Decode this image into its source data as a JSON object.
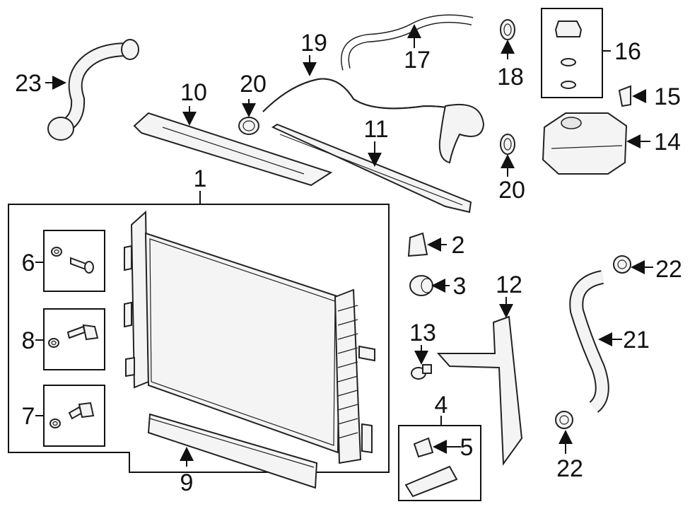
{
  "diagram": {
    "labels": {
      "p1": "1",
      "p2": "2",
      "p3": "3",
      "p4": "4",
      "p5": "5",
      "p6": "6",
      "p7": "7",
      "p8": "8",
      "p9": "9",
      "p10": "10",
      "p11": "11",
      "p12": "12",
      "p13": "13",
      "p14": "14",
      "p15": "15",
      "p16": "16",
      "p17": "17",
      "p18": "18",
      "p19": "19",
      "p20a": "20",
      "p20b": "20",
      "p21": "21",
      "p22a": "22",
      "p22b": "22",
      "p23": "23"
    }
  }
}
